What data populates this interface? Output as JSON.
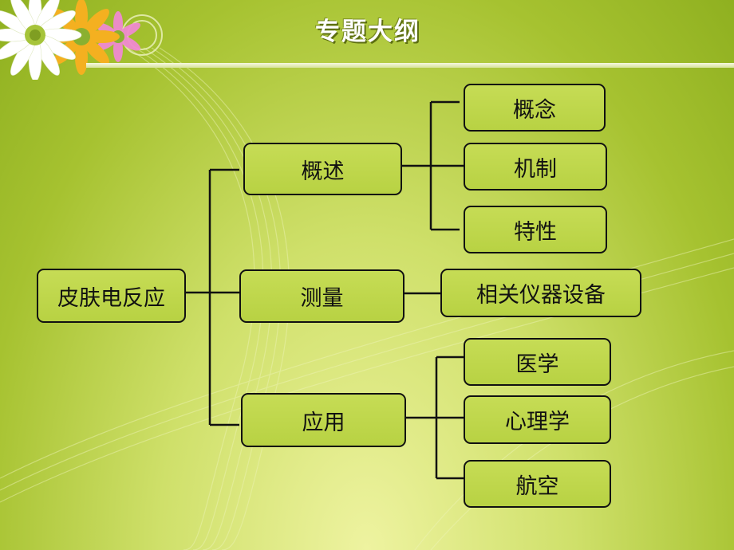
{
  "slide": {
    "title": "专题大纲"
  },
  "diagram": {
    "root": "皮肤电反应",
    "branches": [
      {
        "label": "概述",
        "children": [
          "概念",
          "机制",
          "特性"
        ]
      },
      {
        "label": "测量",
        "children": [
          "相关仪器设备"
        ]
      },
      {
        "label": "应用",
        "children": [
          "医学",
          "心理学",
          "航空"
        ]
      }
    ]
  },
  "colors": {
    "background": "#b6cf3c",
    "node_fill": "#bfd84c",
    "line": "#111111",
    "title": "#ffffff"
  }
}
